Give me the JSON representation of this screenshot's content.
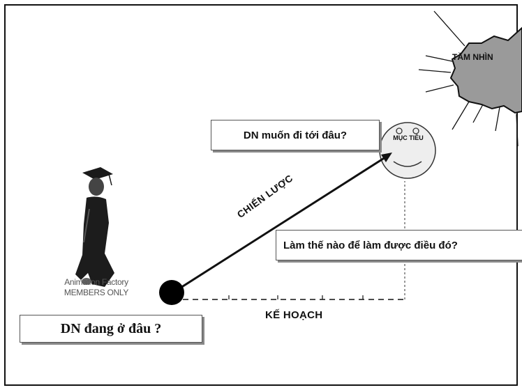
{
  "labels": {
    "target_question": "DN muốn đi tới đâu?",
    "goal": "MỤC TIÊU",
    "vision": "TẦM NHÌN",
    "strategy": "CHIẾN LƯỢC",
    "how_question": "Làm thế nào để làm được điều đó?",
    "plan": "KẾ HOẠCH",
    "current_question": "DN đang ở đâu ?"
  },
  "figure_caption": {
    "line1": "Animation Factory",
    "line2": "MEMBERS ONLY"
  },
  "colors": {
    "sun_fill": "#9a9a9a",
    "face_fill": "#eeeeee",
    "line": "#111111"
  }
}
